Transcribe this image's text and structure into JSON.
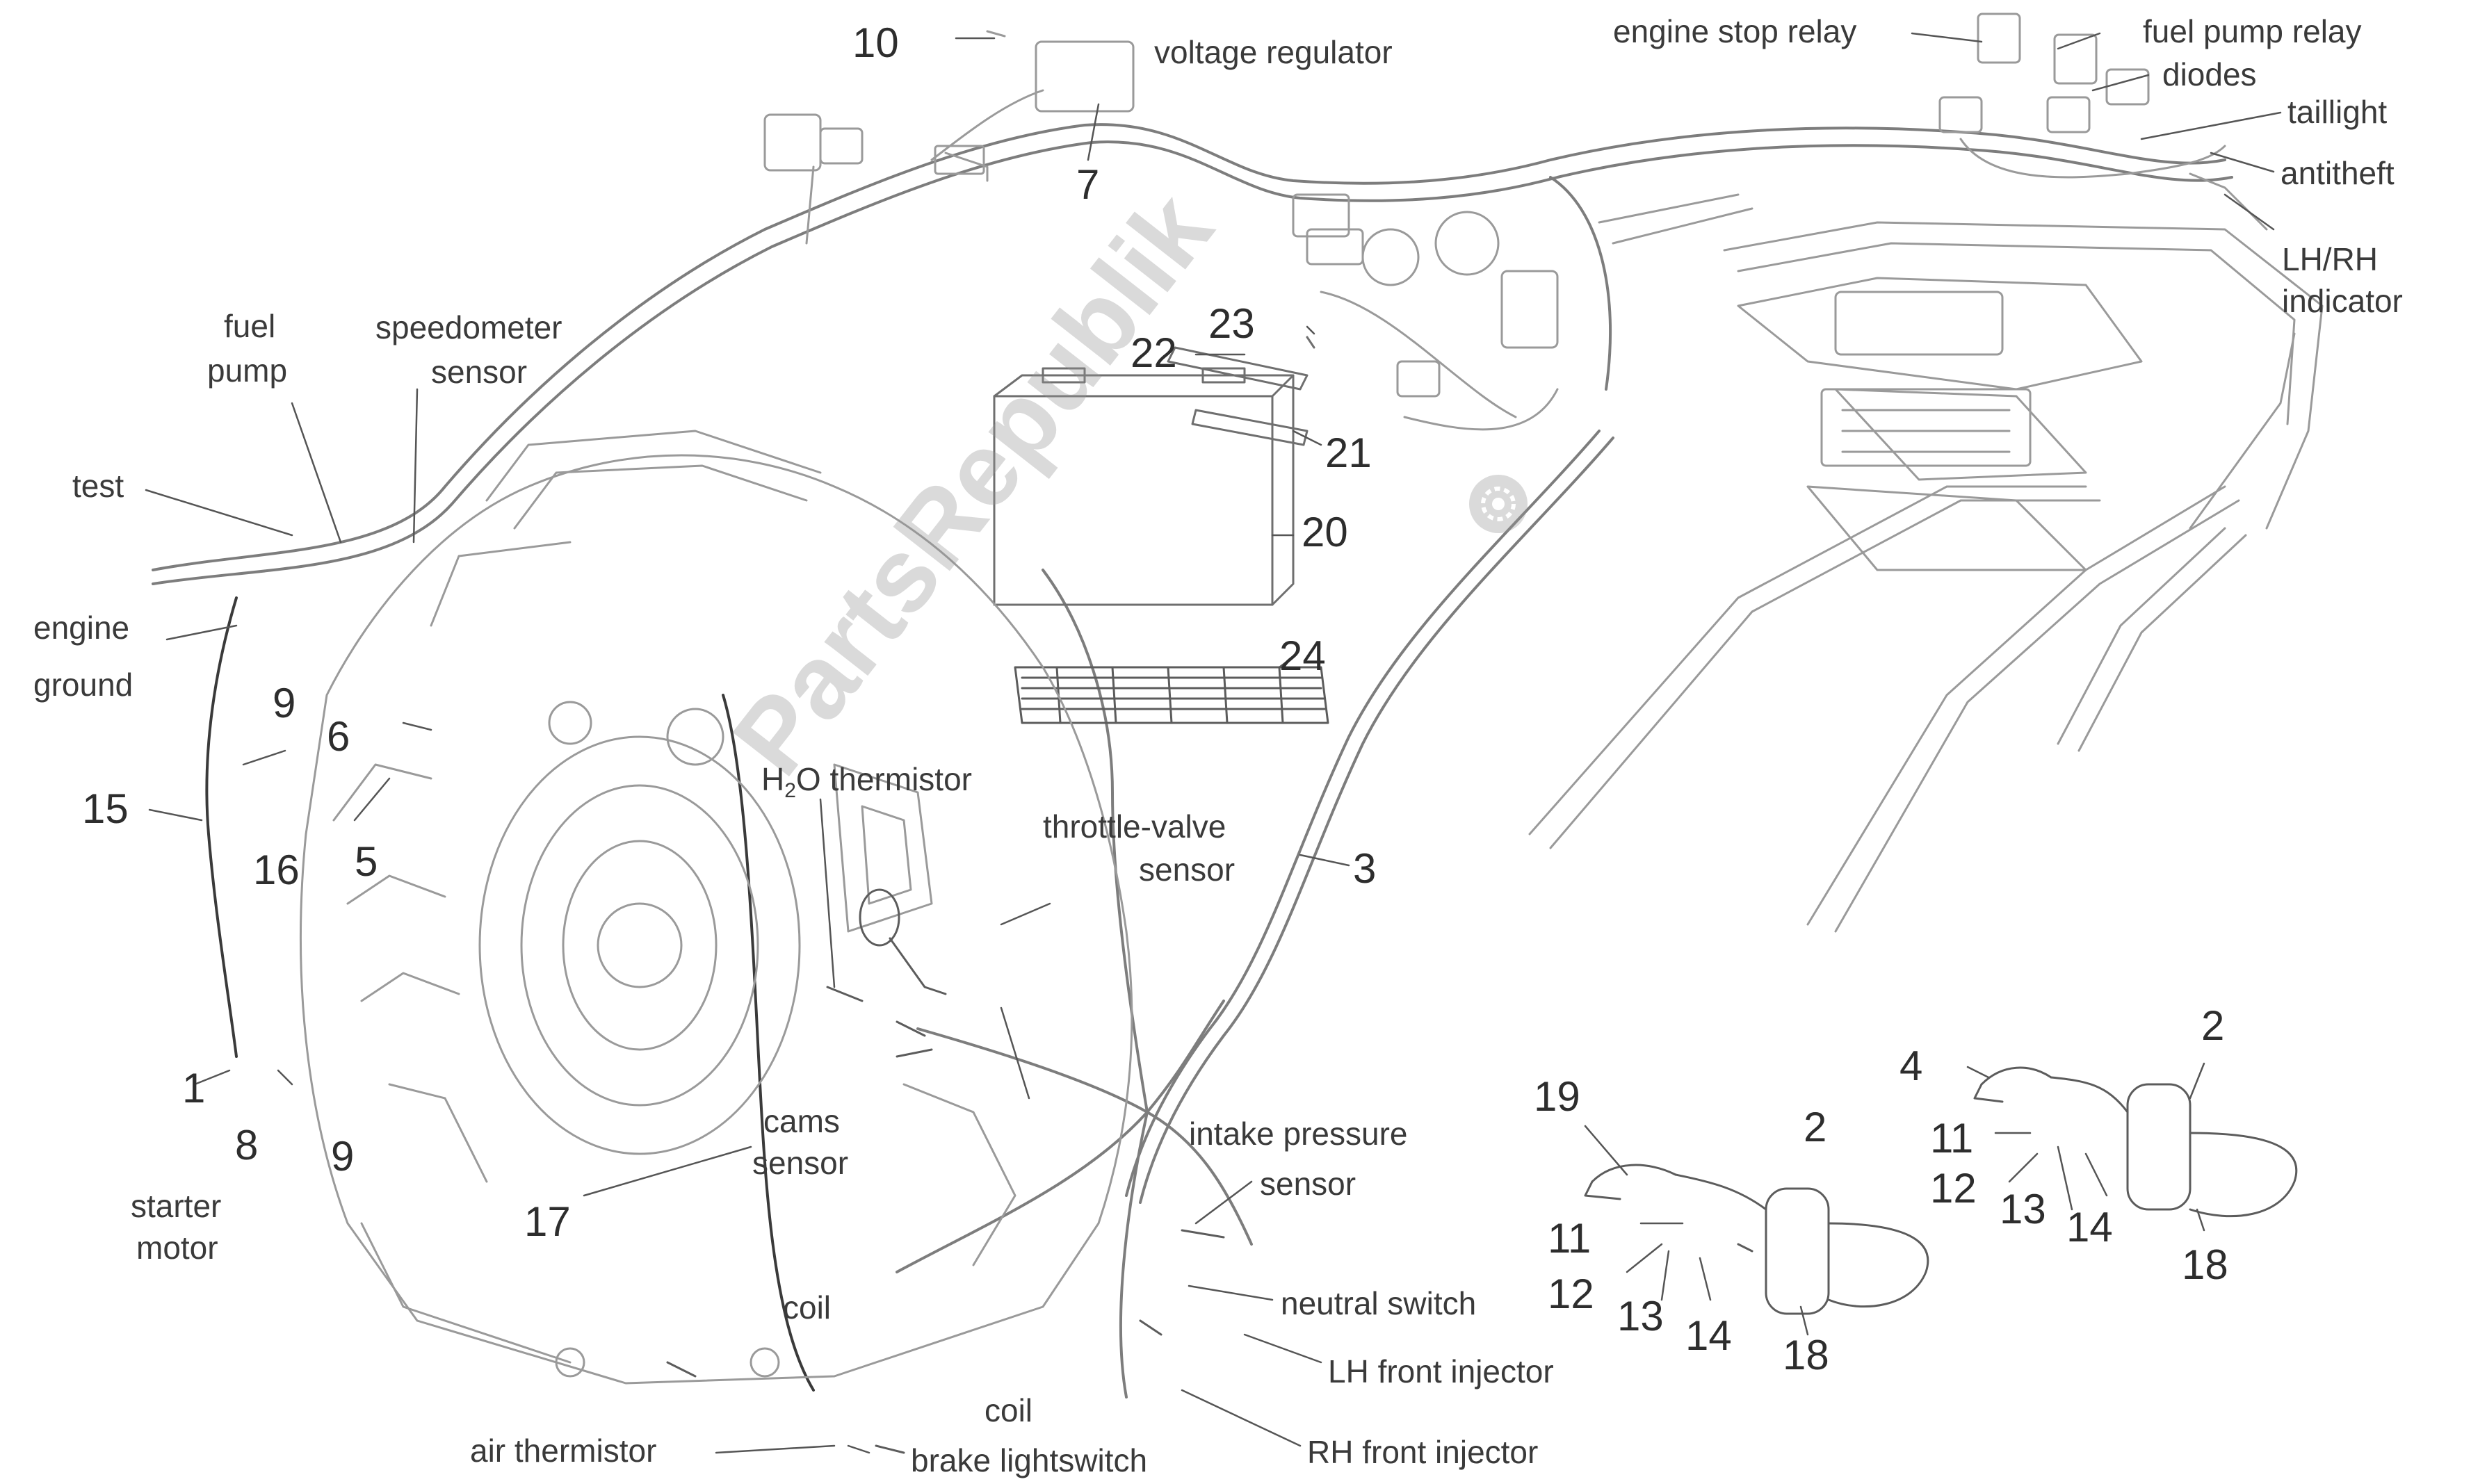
{
  "diagram": {
    "watermark": "PartsRepublik",
    "labels": {
      "voltage_regulator": "voltage regulator",
      "engine_stop_relay": "engine stop relay",
      "fuel_pump_relay": "fuel pump relay",
      "diodes": "diodes",
      "taillight": "taillight",
      "antitheft": "antitheft",
      "lh_rh_indicator_1": "LH/RH",
      "lh_rh_indicator_2": "indicator",
      "fuel_pump_1": "fuel",
      "fuel_pump_2": "pump",
      "speedometer_sensor_1": "speedometer",
      "speedometer_sensor_2": "sensor",
      "test": "test",
      "engine_ground_1": "engine",
      "engine_ground_2": "ground",
      "h2o_thermistor_a": "H",
      "h2o_thermistor_sub": "2",
      "h2o_thermistor_b": "O thermistor",
      "throttle_valve_sensor_1": "throttle-valve",
      "throttle_valve_sensor_2": "sensor",
      "cams_sensor_1": "cams",
      "cams_sensor_2": "sensor",
      "intake_pressure_sensor_1": "intake pressure",
      "intake_pressure_sensor_2": "sensor",
      "starter_motor_1": "starter",
      "starter_motor_2": "motor",
      "neutral_switch": "neutral switch",
      "coil_a": "coil",
      "coil_b": "coil",
      "lh_front_injector": "LH front injector",
      "rh_front_injector": "RH front injector",
      "air_thermistor": "air thermistor",
      "brake_lightswitch": "brake lightswitch"
    },
    "part_numbers": {
      "p10": "10",
      "p7": "7",
      "p23": "23",
      "p22": "22",
      "p21": "21",
      "p20": "20",
      "p24": "24",
      "p3": "3",
      "p15": "15",
      "p9a": "9",
      "p6": "6",
      "p16": "16",
      "p5": "5",
      "p1": "1",
      "p8": "8",
      "p9b": "9",
      "p17": "17",
      "p19": "19",
      "p2a": "2",
      "p11a": "11",
      "p12a": "12",
      "p13a": "13",
      "p14a": "14",
      "p18a": "18",
      "p4": "4",
      "p2b": "2",
      "p11b": "11",
      "p12b": "12",
      "p13b": "13",
      "p14b": "14",
      "p18b": "18"
    }
  }
}
